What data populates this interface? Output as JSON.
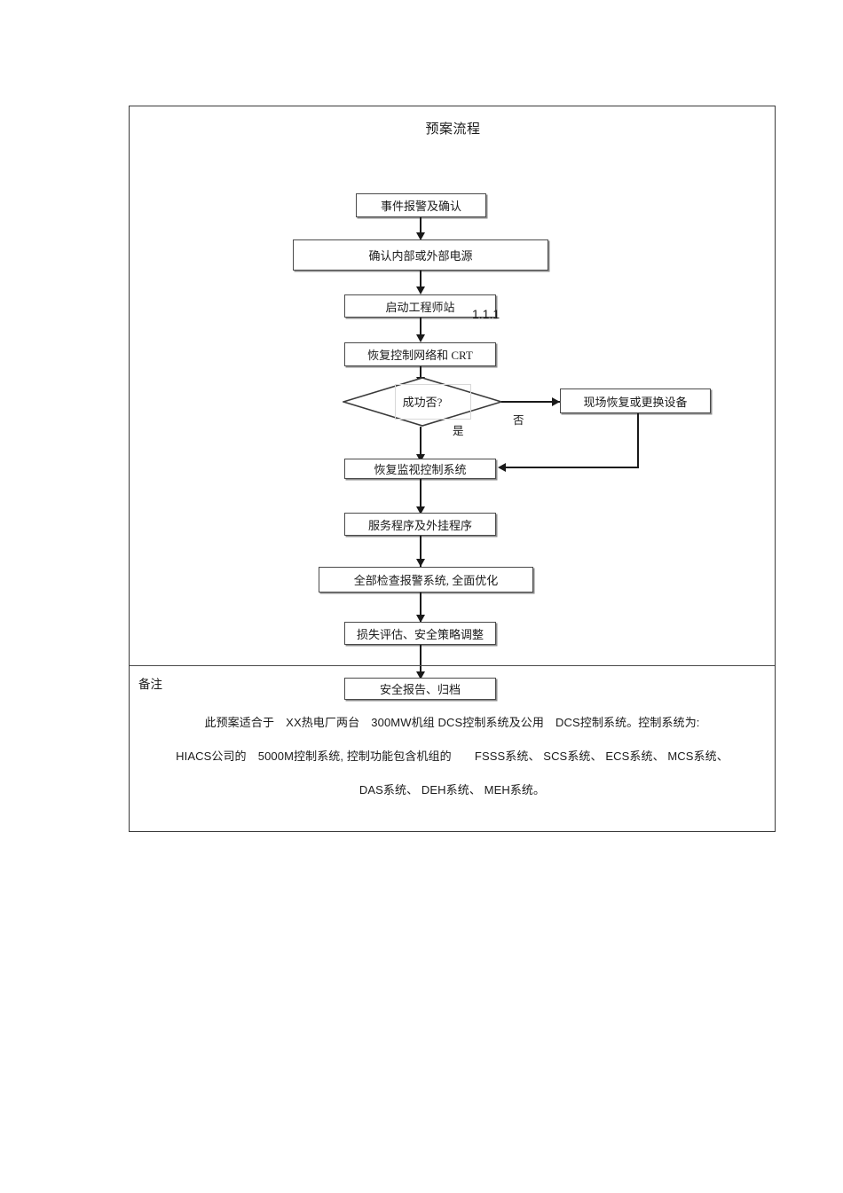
{
  "document": {
    "title": "预案流程"
  },
  "flow": {
    "nodes": [
      {
        "id": "event-alarm-confirm",
        "label": "事件报警及确认"
      },
      {
        "id": "confirm-power-source",
        "label": "确认内部或外部电源"
      },
      {
        "id": "start-engineer-station",
        "label": "启动工程师站"
      },
      {
        "id": "restore-network-crt",
        "label": "恢复控制网络和  CRT"
      },
      {
        "id": "decision-success",
        "label": "成功否?"
      },
      {
        "id": "onsite-repair-replace",
        "label": "现场恢复或更换设备"
      },
      {
        "id": "restore-monitor-control",
        "label": "恢复监视控制系统"
      },
      {
        "id": "service-and-plugin-programs",
        "label": "服务程序及外挂程序"
      },
      {
        "id": "check-alarm-system-optimize",
        "label": "全部检查报警系统, 全面优化"
      },
      {
        "id": "loss-assessment-policy-adjust",
        "label": "损失评估、安全策略调整"
      },
      {
        "id": "safety-report-archive",
        "label": "安全报告、归档"
      }
    ],
    "branch_labels": {
      "yes": "是",
      "no": "否"
    },
    "section_number": "1.1.1"
  },
  "remarks": {
    "label": "备注",
    "lines": [
      "此预案适合于　XX热电厂两台　300MW机组 DCS控制系统及公用　DCS控制系统。控制系统为:",
      "HIACS公司的　5000M控制系统, 控制功能包含机组的　　FSSS系统、 SCS系统、 ECS系统、 MCS系统、",
      "DAS系统、 DEH系统、 MEH系统。"
    ]
  },
  "colors": {
    "frame": "#3a3a3a",
    "node_border": "#4a4a4a",
    "node_shadow": "#8d8d8d",
    "line": "#1a1a1a",
    "text": "#1a1a1a",
    "background": "#ffffff",
    "decision_textbox_border": "#d8d8d8"
  }
}
